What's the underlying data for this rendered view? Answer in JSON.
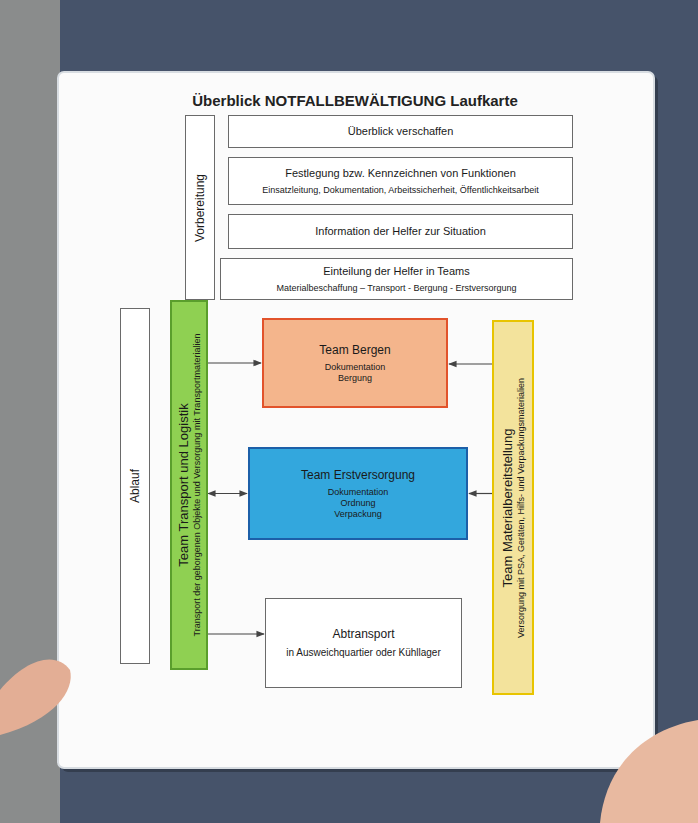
{
  "diagram": {
    "title": "Überblick NOTFALLBEWÄLTIGUNG Laufkarte",
    "nodes": [
      {
        "text": [
          "Vorbereitung"
        ]
      },
      {
        "text": [
          "Überblick verschaffen"
        ]
      },
      {
        "text": [
          "Festlegung bzw. Kennzeichnen von Funktionen",
          "Einsatzleitung, Dokumentation, Arbeitssicherheit, Öffentlichkeitsarbeit"
        ]
      },
      {
        "text": [
          "Information der Helfer zur Situation"
        ]
      },
      {
        "text": [
          "Einteilung der Helfer in Teams",
          "Materialbeschaffung – Transport - Bergung - Erstversorgung"
        ]
      },
      {
        "text": [
          "Ablauf"
        ]
      },
      {
        "text": [
          "Team Transport und Logistik",
          "Transport der geborgenen Objekte und Versorgung mit Transportmaterialien"
        ]
      },
      {
        "text": [
          "Team Bergen",
          "Dokumentation",
          "Bergung"
        ]
      },
      {
        "text": [
          "Team Erstversorgung",
          "Dokumentation",
          "Ordnung",
          "Verpackung"
        ]
      },
      {
        "text": [
          "Team Materialbereitstellung",
          "Versorgung mit PSA, Geräten, Hilfs- und Verpackungsmaterialien"
        ]
      },
      {
        "text": [
          "Abtransport",
          "in Ausweichquartier oder Kühllager"
        ]
      }
    ],
    "edges": [
      {
        "from": 6,
        "to": 7,
        "arrow": "to"
      },
      {
        "from": 9,
        "to": 7,
        "arrow": "to"
      },
      {
        "from": 6,
        "to": 8,
        "arrow": "both"
      },
      {
        "from": 9,
        "to": 8,
        "arrow": "to"
      },
      {
        "from": 6,
        "to": 10,
        "arrow": "to"
      }
    ]
  }
}
